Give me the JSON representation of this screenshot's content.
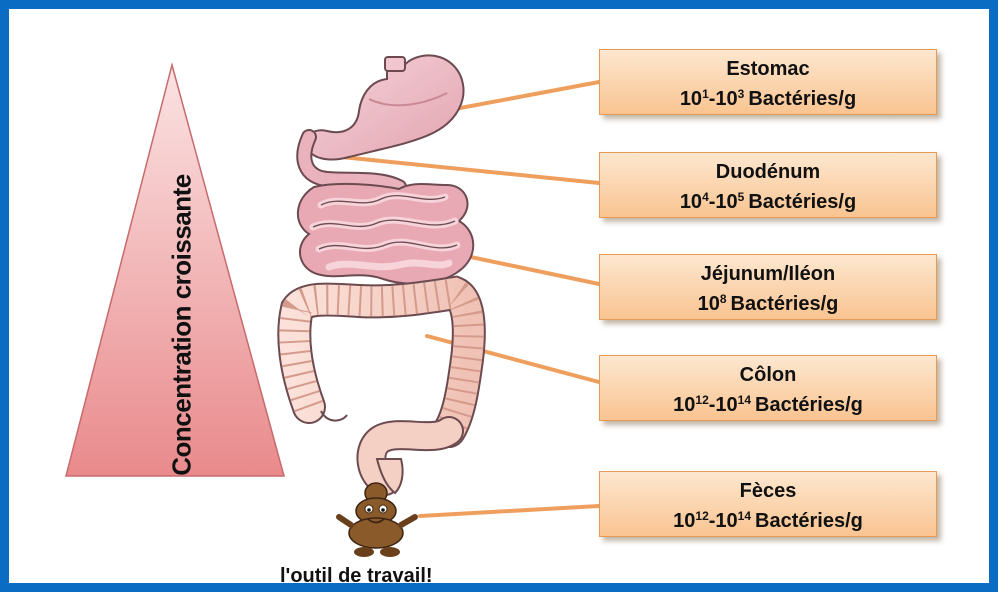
{
  "vertical_label": "Concentration croissante",
  "segments": [
    {
      "name": "Estomac",
      "exp_low": "1",
      "exp_high": "3",
      "unit": "Bactéries/g"
    },
    {
      "name": "Duodénum",
      "exp_low": "4",
      "exp_high": "5",
      "unit": "Bactéries/g"
    },
    {
      "name": "Jéjunum/Iléon",
      "exp_low": "8",
      "exp_high": "",
      "unit": "Bactéries/g"
    },
    {
      "name": "Côlon",
      "exp_low": "12",
      "exp_high": "14",
      "unit": "Bactéries/g"
    },
    {
      "name": "Fèces",
      "exp_low": "12",
      "exp_high": "14",
      "unit": "Bactéries/g"
    }
  ],
  "caption": "l'outil de travail!",
  "colors": {
    "frame": "#0a6cc2",
    "box_fill": "#f9c491",
    "connector": "#ef9f5d",
    "triangle": "#e98a8c",
    "organ": "#eab2bd",
    "feces": "#8b5a2b"
  }
}
